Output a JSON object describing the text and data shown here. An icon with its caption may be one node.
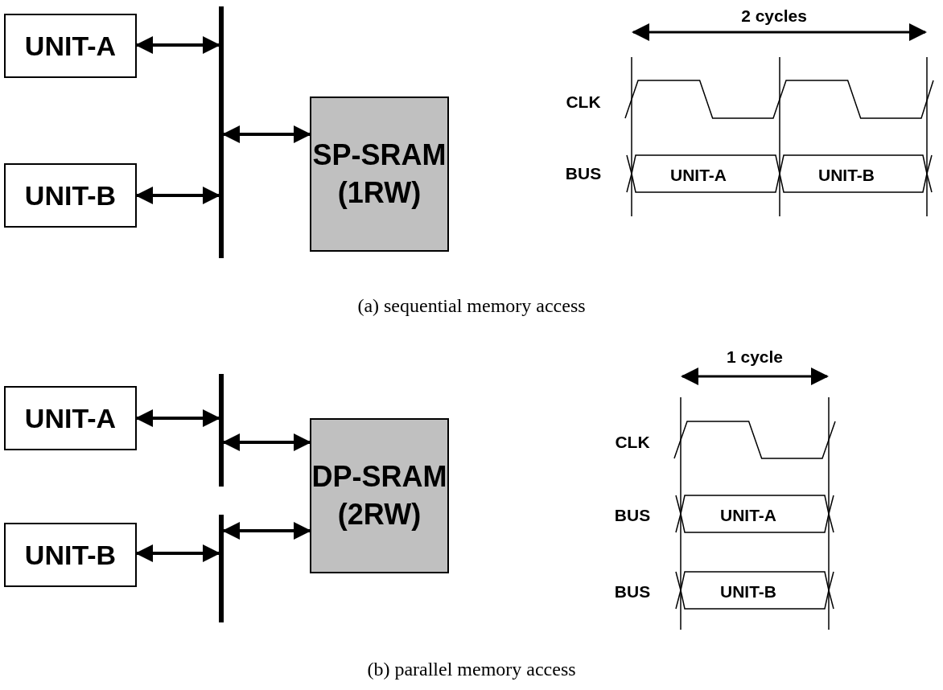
{
  "diagram": {
    "nodes": [
      {
        "text": [
          "UNIT-A"
        ]
      },
      {
        "text": [
          "UNIT-B"
        ]
      },
      {
        "text": [],
        "shape": "bar"
      },
      {
        "text": [
          "SP-SRAM (1RW)"
        ]
      },
      {
        "text": [
          "UNIT-A"
        ]
      },
      {
        "text": [
          "UNIT-B"
        ]
      },
      {
        "text": [],
        "shape": "bar"
      },
      {
        "text": [],
        "shape": "bar"
      },
      {
        "text": [
          "DP-SRAM (2RW)"
        ]
      }
    ],
    "edges": [
      {
        "from": 0,
        "to": 2,
        "arrow": "both"
      },
      {
        "from": 1,
        "to": 2,
        "arrow": "both"
      },
      {
        "from": 2,
        "to": 3,
        "arrow": "both"
      },
      {
        "from": 4,
        "to": 6,
        "arrow": "both"
      },
      {
        "from": 5,
        "to": 7,
        "arrow": "both"
      },
      {
        "from": 6,
        "to": 8,
        "arrow": "both"
      },
      {
        "from": 7,
        "to": 8,
        "arrow": "both"
      }
    ],
    "labels": [
      "2 cycles",
      "CLK",
      "BUS",
      "UNIT-A",
      "UNIT-B",
      "(a) sequential memory access",
      "1 cycle",
      "CLK",
      "BUS",
      "UNIT-A",
      "BUS",
      "UNIT-B",
      "(b) parallel memory access"
    ]
  }
}
